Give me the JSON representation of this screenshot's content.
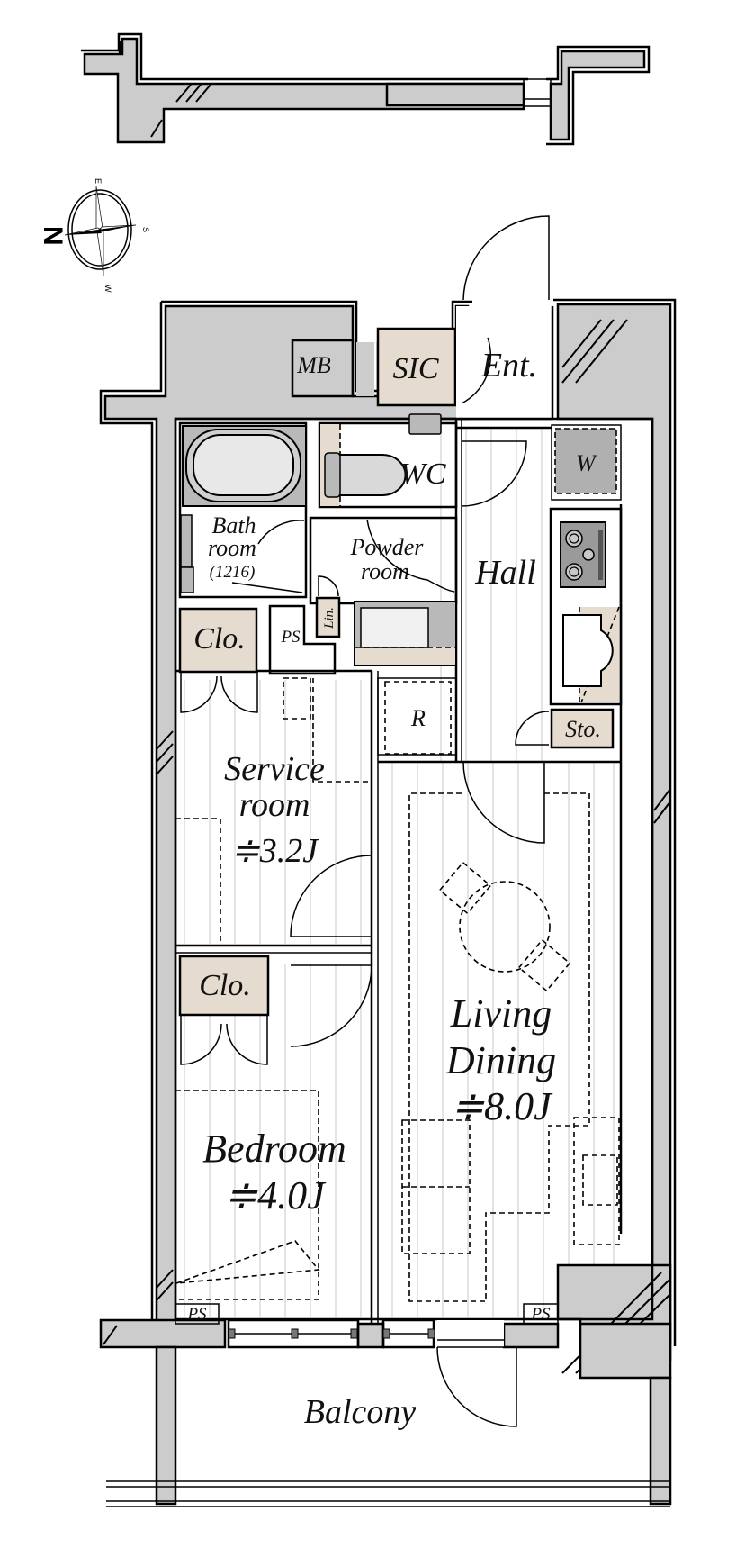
{
  "plan": {
    "title": "Apartment floor plan (1SLDK)",
    "colors": {
      "wall": "#cccccc",
      "storage": "#e5dbcf",
      "fixture": "#b9b9b9",
      "floor_line": "#d2d2d2",
      "line": "#000000"
    }
  },
  "compass": {
    "north": "N",
    "east": "E",
    "south": "S",
    "west": "W"
  },
  "rooms": {
    "mb": "MB",
    "sic": "SIC",
    "entrance": "Ent.",
    "wc": "WC",
    "washer": "W",
    "bathroom_line1": "Bath",
    "bathroom_line2": "room",
    "bathroom_size": "(1216)",
    "powder_line1": "Powder",
    "powder_line2": "room",
    "hall": "Hall",
    "linen": "Lin.",
    "ps_upper": "PS",
    "closet_upper": "Clo.",
    "refrigerator": "R",
    "storage": "Sto.",
    "service_line1": "Service",
    "service_line2": "room",
    "service_area": "≑3.2J",
    "closet_lower": "Clo.",
    "living_line1": "Living",
    "living_line2": "Dining",
    "living_area": "≑8.0J",
    "bedroom": "Bedroom",
    "bedroom_area": "≑4.0J",
    "ps_left": "PS",
    "ps_right": "PS",
    "balcony": "Balcony"
  }
}
